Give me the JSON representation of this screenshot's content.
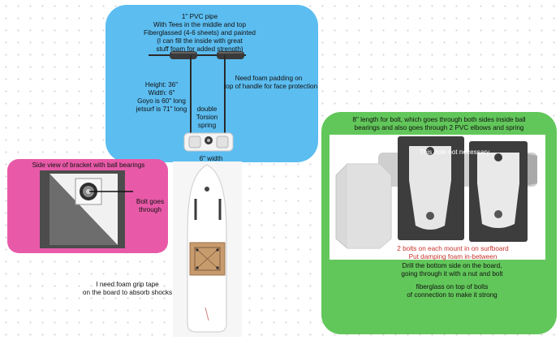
{
  "blue_card": {
    "color": "#5cbdf0",
    "pipe_text": "1\" PVC pipe\nWith Tees in the middle and top\nFiberglassed (4-6 sheets) and painted\n(I can fill the inside with great\nstuff foam for added strength)",
    "padding_text": "Need foam padding on\ntop of handle for face protection",
    "dims_text": "Height: 36\"\nWidth: 6\"\nGoyo is 60\" long\njetsurf is 71\" long",
    "spring_text": "double\nTorsion\nspring",
    "width_text": "6\" width"
  },
  "pink_card": {
    "color": "#e85aa8",
    "title": "Side view of bracket with ball bearings",
    "bolt_text": "Bolt goes\nthrough"
  },
  "board": {
    "grip_text": "I need foam grip tape\non the board to absorb shocks"
  },
  "green_card": {
    "color": "#62c75a",
    "bolt_text": "8\" length for bolt, which goes through both sides inside ball\nbearings and also goes through 2 PVC elbows and spring",
    "hole_note": "This hole not necessary",
    "mount_note": "2 bolts on each mount in on surfboard\nPut damping foam in-between",
    "drill_text": "Drill the bottom side on the board,\ngoing through it with a nut and bolt",
    "fiberglass_text": "fiberglass on top of bolts\nof connection to make it strong",
    "accent_red": "#c8332b"
  }
}
